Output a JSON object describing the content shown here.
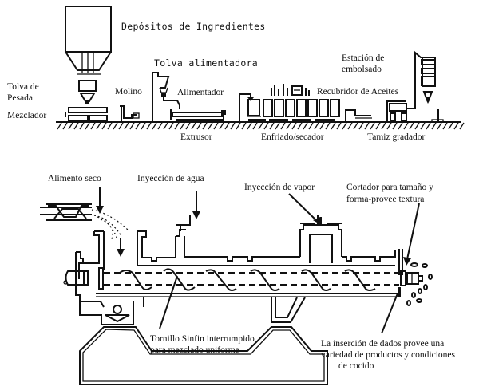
{
  "top_diagram": {
    "title": "Depósitos de Ingredientes",
    "labels": {
      "tolva_pesada_line1": "Tolva de",
      "tolva_pesada_line2": "Pesada",
      "mezclador": "Mezclador",
      "molino": "Molino",
      "tolva_alimentadora": "Tolva alimentadora",
      "alimentador": "Alimentador",
      "extrusor": "Extrusor",
      "enfriado_secador": "Enfriado/secador",
      "recubridor": "Recubridor de Aceites",
      "estacion_line1": "Estación de",
      "estacion_line2": "embolsado",
      "tamiz": "Tamiz gradador"
    }
  },
  "bottom_diagram": {
    "labels": {
      "alimento_seco": "Alimento seco",
      "inyeccion_agua": "Inyección de agua",
      "inyeccion_vapor": "Inyección de vapor",
      "cortador_line1": "Cortador para tamaño y",
      "cortador_line2": "forma-provee textura",
      "tornillo_line1": "Tornillo Sinfin interrumpido",
      "tornillo_line2": "para mezclado uniforme",
      "dados_line1": "La inserción de dados provee una",
      "dados_line2": "variedad de productos y condiciones",
      "dados_line3": "de cocido"
    }
  }
}
